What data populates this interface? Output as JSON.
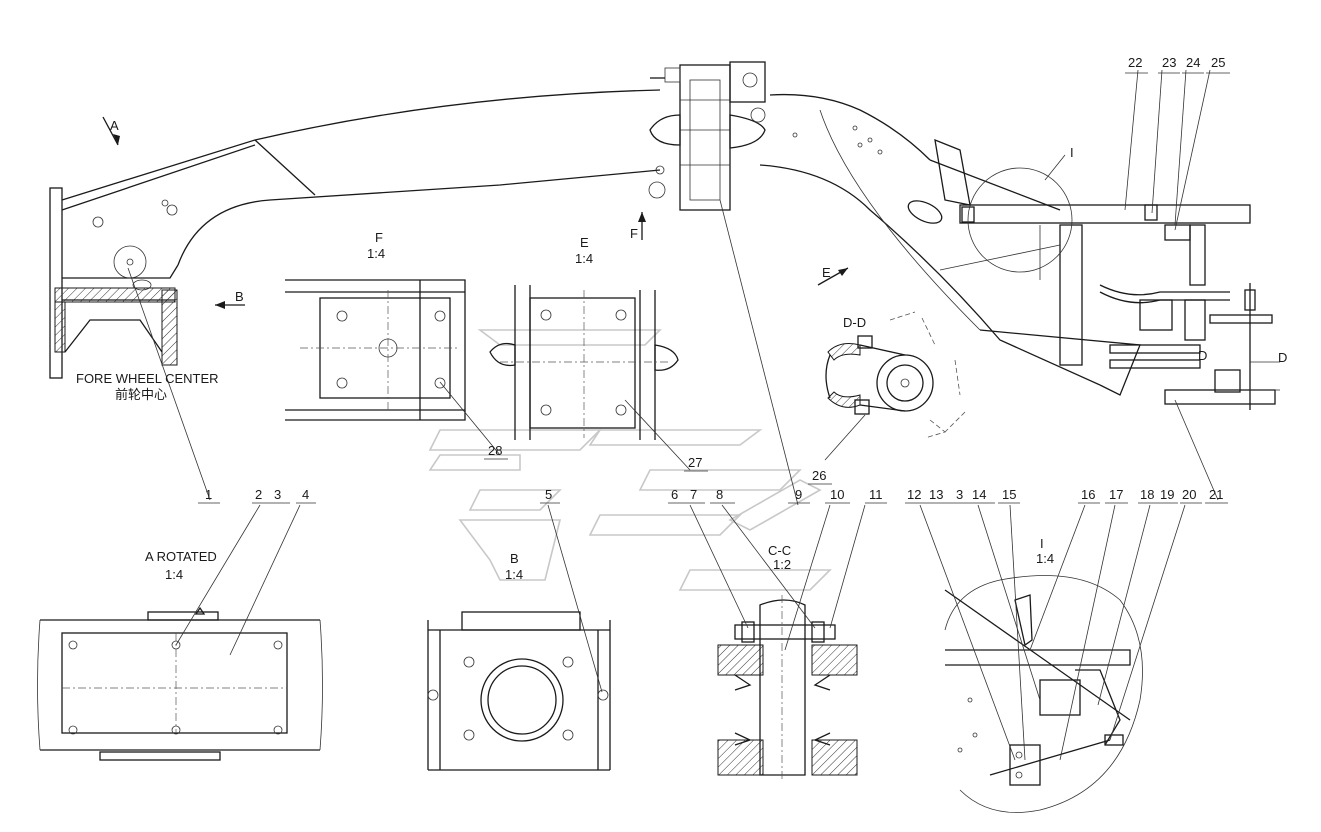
{
  "labels": {
    "view_a_arrow": "A",
    "view_b_arrow": "B",
    "view_e_arrow": "E",
    "view_f_arrow": "F",
    "view_i_marker": "I",
    "fore_wheel_center": "FORE WHEEL CENTER",
    "fore_wheel_center_cn": "前轮中心",
    "section_dd": "D-D",
    "section_d_left": "D",
    "section_d_right": "D"
  },
  "views": {
    "f": {
      "title": "F",
      "scale": "1:4"
    },
    "e": {
      "title": "E",
      "scale": "1:4"
    },
    "a_rotated": {
      "title": "A ROTATED",
      "scale": "1:4"
    },
    "b": {
      "title": "B",
      "scale": "1:4"
    },
    "cc": {
      "title": "C-C",
      "scale": "1:2"
    },
    "i": {
      "title": "I",
      "scale": "1:4"
    }
  },
  "balloons": {
    "b1": "1",
    "b2": "2",
    "b3": "3",
    "b4": "4",
    "b5": "5",
    "b6": "6",
    "b7": "7",
    "b8": "8",
    "b9": "9",
    "b10": "10",
    "b11": "11",
    "b12": "12",
    "b13": "13",
    "b3b": "3",
    "b14": "14",
    "b15": "15",
    "b16": "16",
    "b17": "17",
    "b18": "18",
    "b19": "19",
    "b20": "20",
    "b21": "21",
    "b22": "22",
    "b23": "23",
    "b24": "24",
    "b25": "25",
    "b26": "26",
    "b27": "27",
    "b28": "28"
  }
}
